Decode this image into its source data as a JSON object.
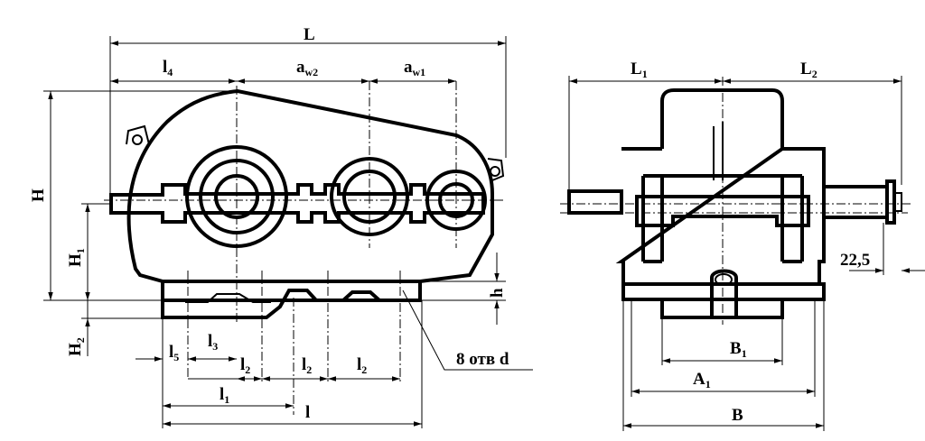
{
  "labels": {
    "L": "L",
    "l4": [
      "l",
      "4"
    ],
    "aw2": [
      "a",
      "w2"
    ],
    "aw1": [
      "a",
      "w1"
    ],
    "H": "H",
    "H1": [
      "H",
      "1"
    ],
    "H2": [
      "H",
      "2"
    ],
    "h": "h",
    "l5": [
      "l",
      "5"
    ],
    "l3": [
      "l",
      "3"
    ],
    "l2a": [
      "l",
      "2"
    ],
    "l2b": [
      "l",
      "2"
    ],
    "l2c": [
      "l",
      "2"
    ],
    "l1": [
      "l",
      "1"
    ],
    "l": "l",
    "holes": "8 отв  d",
    "L1": [
      "L",
      "1"
    ],
    "L2": [
      "L",
      "2"
    ],
    "dim225": "22,5",
    "B1": [
      "B",
      "1"
    ],
    "A1": [
      "A",
      "1"
    ],
    "B": "B"
  }
}
